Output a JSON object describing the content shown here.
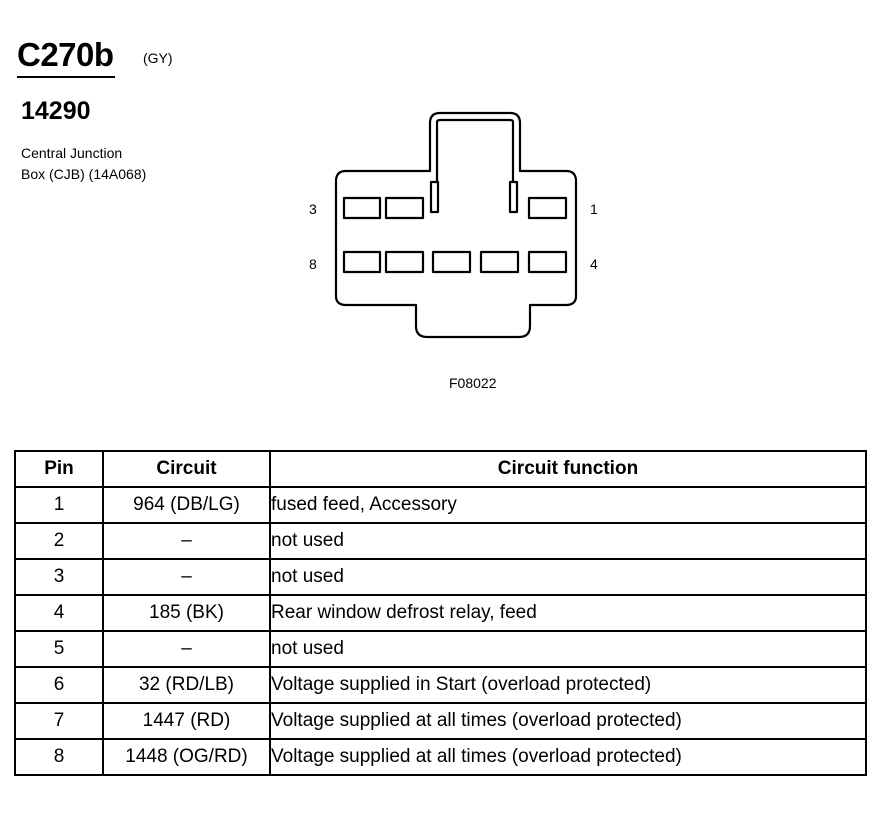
{
  "header": {
    "connector_id": "C270b",
    "color_code": "(GY)",
    "part_number": "14290",
    "description_line1": "Central Junction",
    "description_line2": "Box (CJB) (14A068)"
  },
  "diagram": {
    "pin_labels": {
      "top_left": "3",
      "top_right": "1",
      "bottom_left": "8",
      "bottom_right": "4"
    },
    "figure_id": "F08022"
  },
  "table": {
    "headers": {
      "pin": "Pin",
      "circuit": "Circuit",
      "function": "Circuit function"
    },
    "rows": [
      {
        "pin": "1",
        "circuit": "964 (DB/LG)",
        "function": "fused feed, Accessory"
      },
      {
        "pin": "2",
        "circuit": "–",
        "function": "not used"
      },
      {
        "pin": "3",
        "circuit": "–",
        "function": "not used"
      },
      {
        "pin": "4",
        "circuit": "185 (BK)",
        "function": "Rear window defrost relay, feed"
      },
      {
        "pin": "5",
        "circuit": "–",
        "function": "not used"
      },
      {
        "pin": "6",
        "circuit": "32 (RD/LB)",
        "function": "Voltage supplied in Start (overload protected)"
      },
      {
        "pin": "7",
        "circuit": "1447 (RD)",
        "function": "Voltage supplied at all times (overload protected)"
      },
      {
        "pin": "8",
        "circuit": "1448 (OG/RD)",
        "function": "Voltage supplied at all times (overload protected)"
      }
    ]
  }
}
